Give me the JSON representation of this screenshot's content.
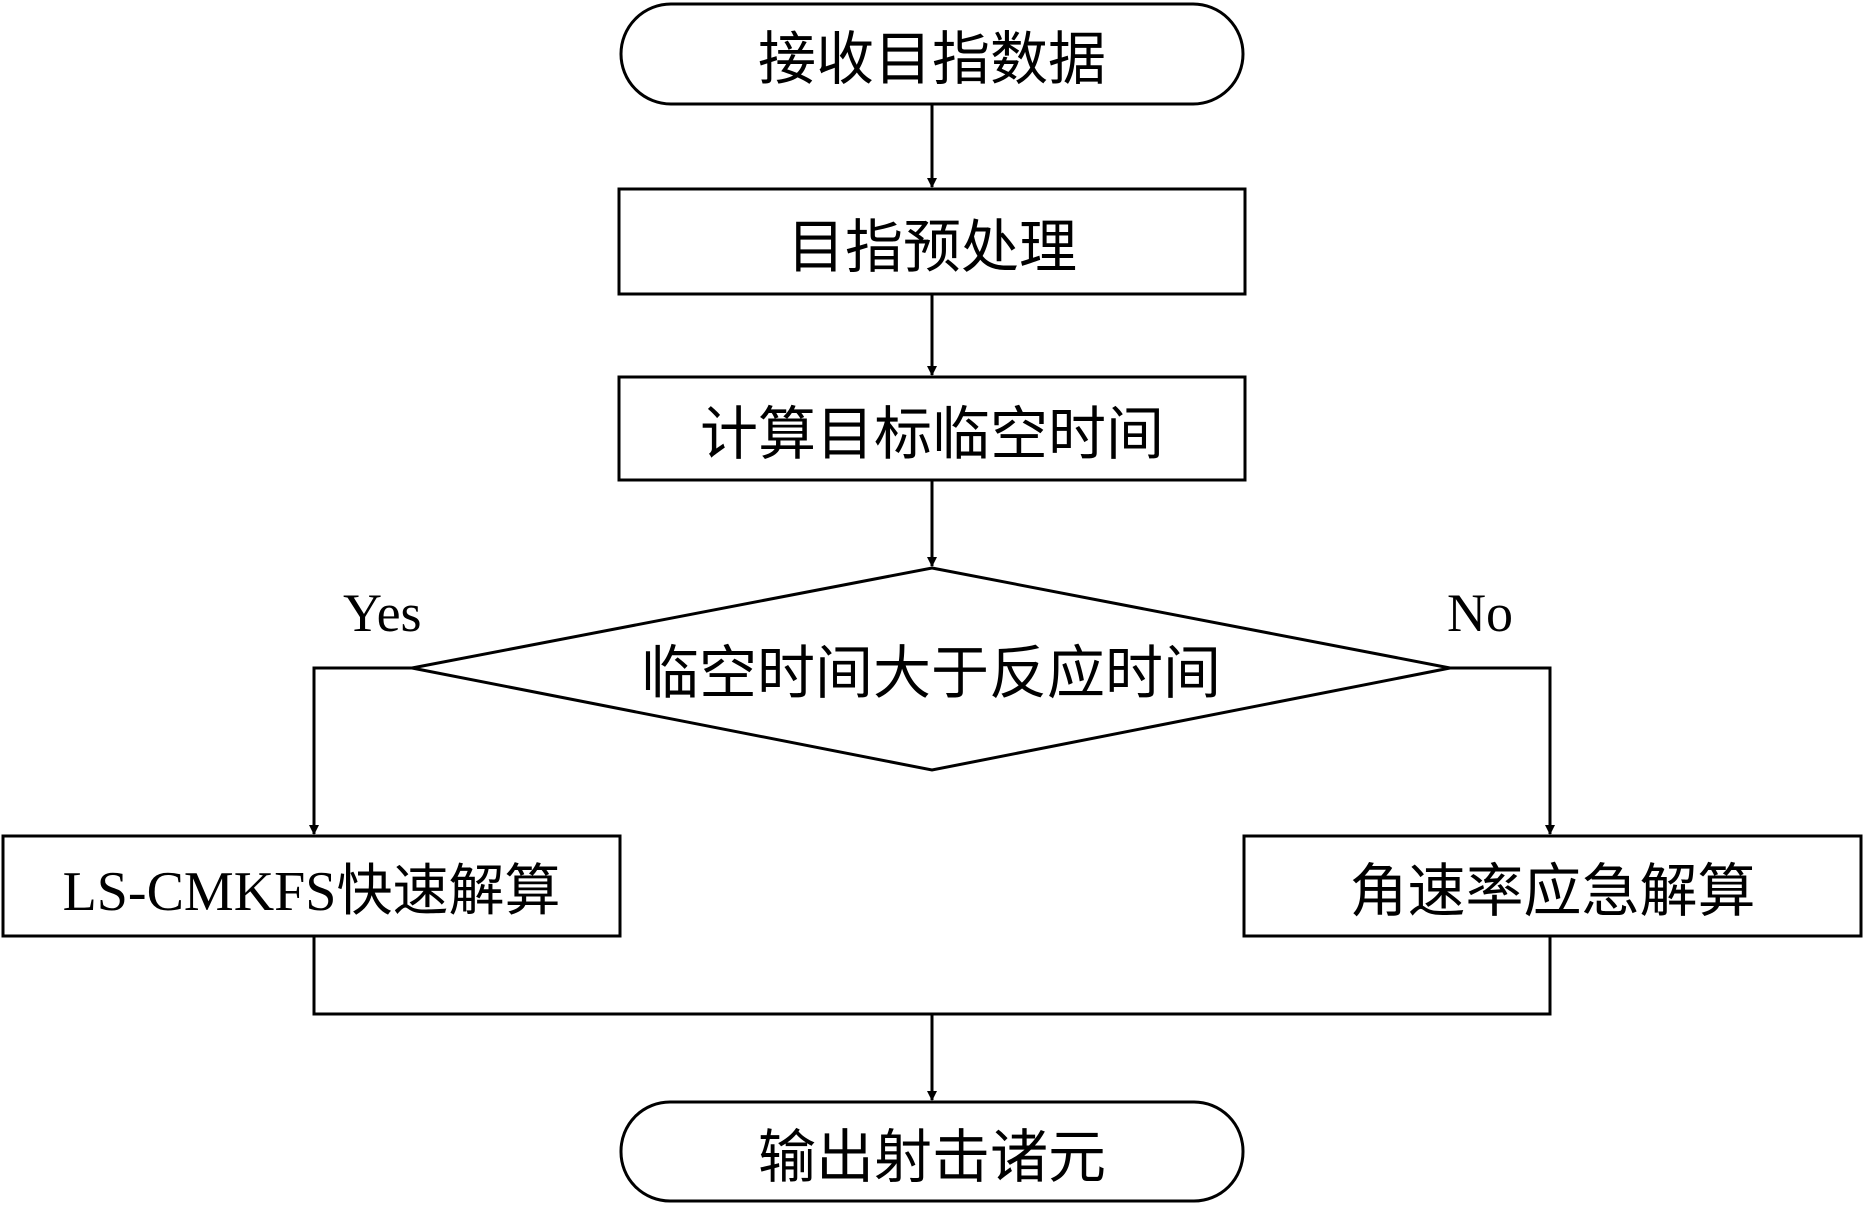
{
  "nodes": {
    "start": "接收目指数据",
    "preprocess": "目指预处理",
    "compute_time": "计算目标临空时间",
    "decision": "临空时间大于反应时间",
    "fast_solve": "LS-CMKFS快速解算",
    "emergency_solve": "角速率应急解算",
    "end": "输出射击诸元"
  },
  "branches": {
    "yes": "Yes",
    "no": "No"
  }
}
